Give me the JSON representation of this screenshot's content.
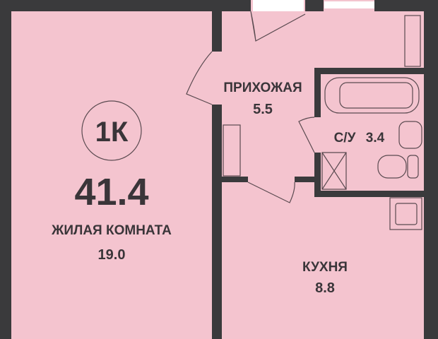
{
  "plan": {
    "type_badge": "1К",
    "total_area": "41.4",
    "colors": {
      "floor": "#f4c4cf",
      "wall": "#3a3a3c"
    },
    "rooms": [
      {
        "name": "ЖИЛАЯ КОМНАТА",
        "area": "19.0"
      },
      {
        "name": "ПРИХОЖАЯ",
        "area": "5.5"
      },
      {
        "name": "С/У",
        "area": "3.4"
      },
      {
        "name": "КУХНЯ",
        "area": "8.8"
      }
    ]
  }
}
